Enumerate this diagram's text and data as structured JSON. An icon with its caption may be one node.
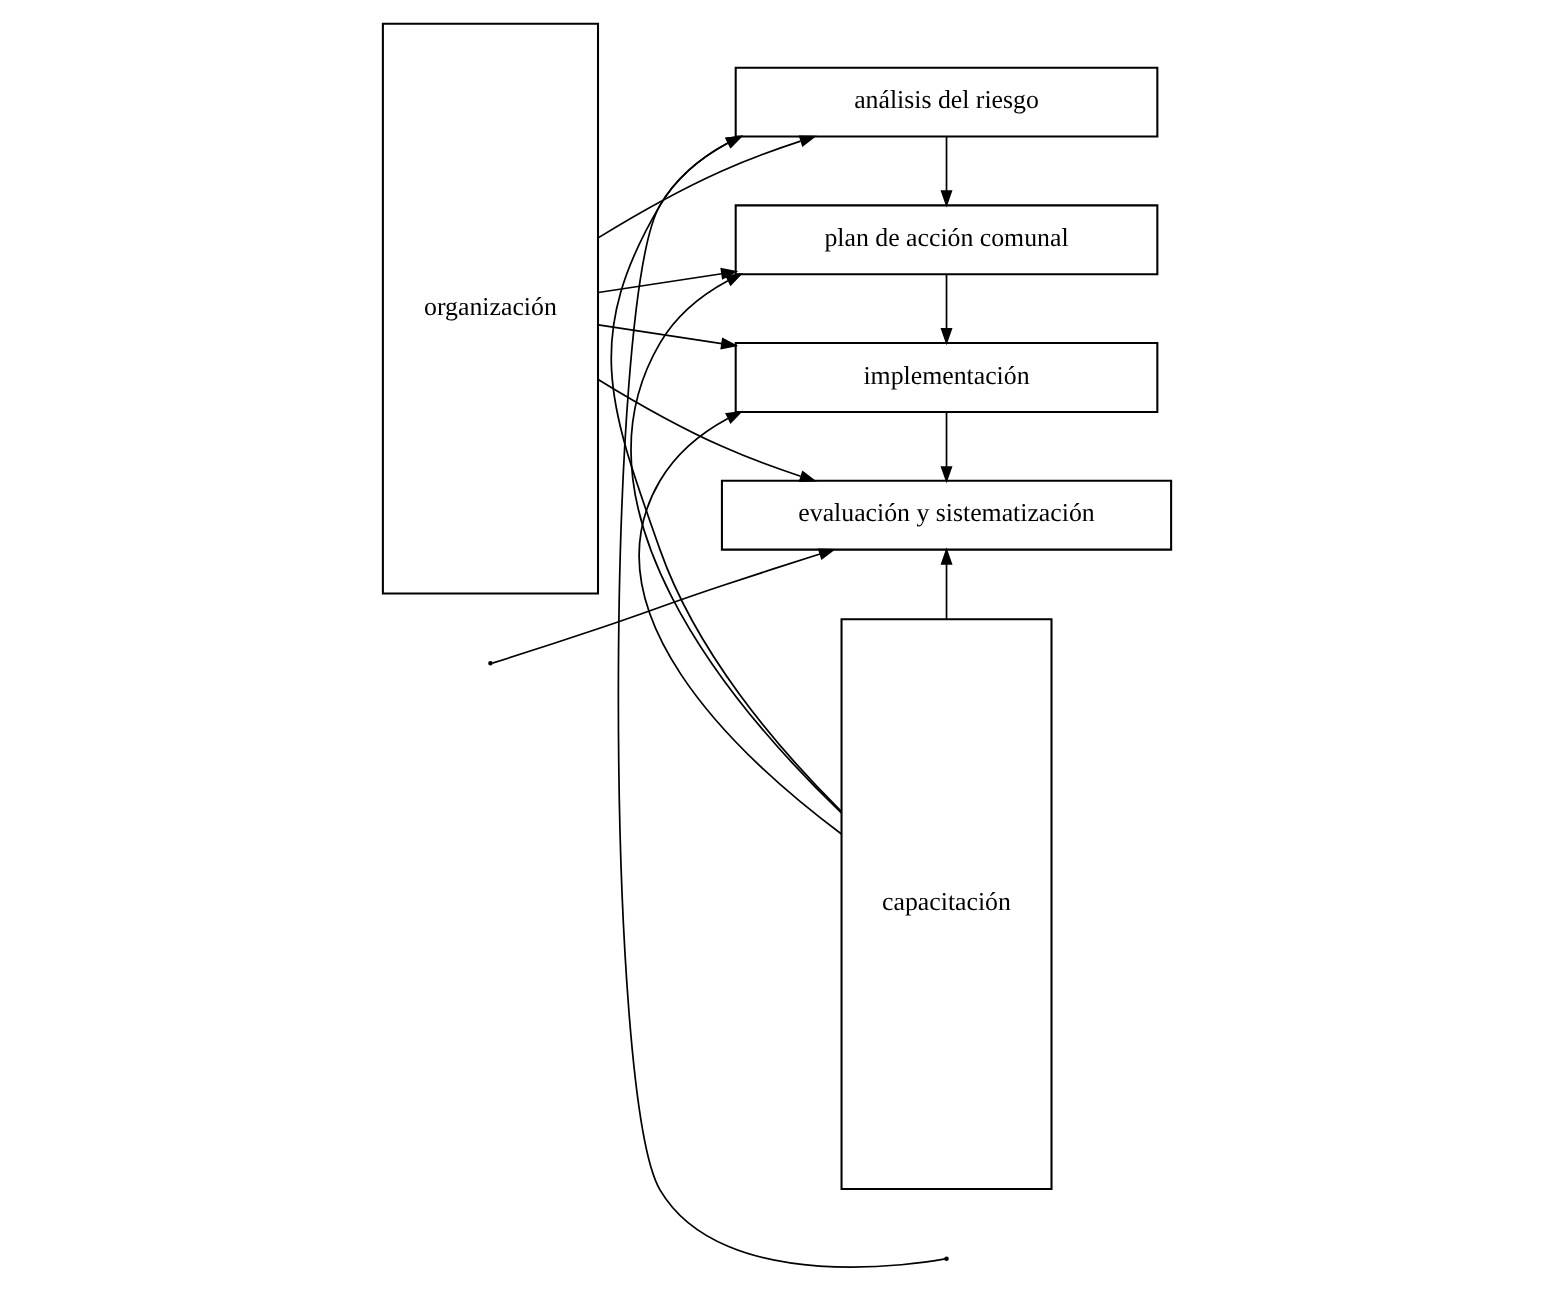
{
  "diagram": {
    "nodes": [
      {
        "text": [
          "organización"
        ]
      },
      {
        "text": [
          "análisis del riesgo"
        ]
      },
      {
        "text": [
          "plan de acción comunal"
        ]
      },
      {
        "text": [
          "implementación"
        ]
      },
      {
        "text": [
          "evaluación y sistematización"
        ]
      },
      {
        "text": [
          "capacitación"
        ]
      }
    ],
    "edges": [
      {
        "from": null,
        "to": 1,
        "arrow": "to"
      },
      {
        "from": 0,
        "to": 1,
        "arrow": "to"
      },
      {
        "from": 5,
        "to": 1,
        "arrow": "to"
      },
      {
        "from": 1,
        "to": 2,
        "arrow": "to"
      },
      {
        "from": 0,
        "to": 2,
        "arrow": "to"
      },
      {
        "from": 5,
        "to": 2,
        "arrow": "to"
      },
      {
        "from": 2,
        "to": 3,
        "arrow": "to"
      },
      {
        "from": 0,
        "to": 3,
        "arrow": "to"
      },
      {
        "from": 5,
        "to": 3,
        "arrow": "to"
      },
      {
        "from": 3,
        "to": 4,
        "arrow": "to"
      },
      {
        "from": 0,
        "to": 4,
        "arrow": "to"
      },
      {
        "from": 5,
        "to": 4,
        "arrow": "to"
      },
      {
        "from": null,
        "to": 4,
        "arrow": "to"
      }
    ]
  }
}
